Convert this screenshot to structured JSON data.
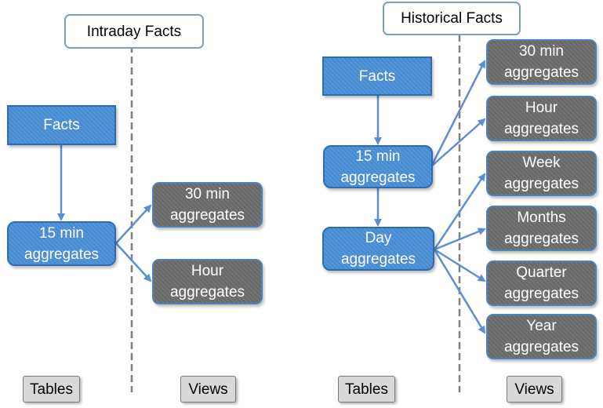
{
  "intraday": {
    "title": "Intraday Facts",
    "facts": "Facts",
    "min15": "15 min\naggregates",
    "min30": "30 min\naggregates",
    "hour": "Hour\naggregates",
    "tables": "Tables",
    "views": "Views"
  },
  "historical": {
    "title": "Historical Facts",
    "facts": "Facts",
    "min15": "15 min\naggregates",
    "day": "Day\naggregates",
    "min30": "30 min\naggregates",
    "hour": "Hour\naggregates",
    "week": "Week\naggregates",
    "months": "Months\naggregates",
    "quarter": "Quarter\naggregates",
    "year": "Year\naggregates",
    "tables": "Tables",
    "views": "Views"
  },
  "colors": {
    "table_fill": "#4a8fd8",
    "view_fill": "#6d6d6d",
    "arrow": "#5b8fd0",
    "divider": "#7f7f7f"
  }
}
